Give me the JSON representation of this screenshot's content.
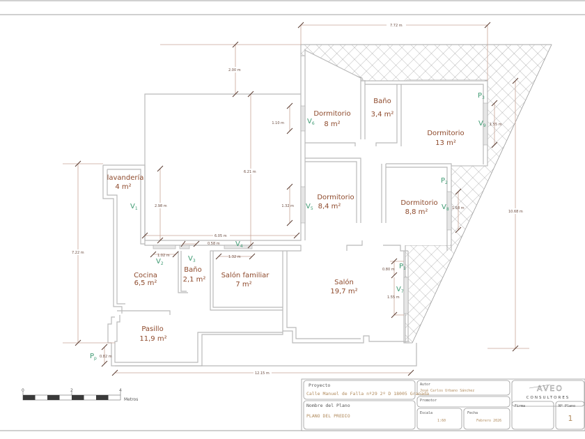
{
  "plan": {
    "rooms": [
      {
        "name": "Dormitorio",
        "area": "8 m²"
      },
      {
        "name": "Baño",
        "area": "3,4 m²"
      },
      {
        "name": "Dormitorio",
        "area": "13 m²"
      },
      {
        "name": "Dormitorio",
        "area": "8,4 m²"
      },
      {
        "name": "Dormitorio",
        "area": "8,8 m²"
      },
      {
        "name": "lavandería",
        "area": "4 m²"
      },
      {
        "name": "Cocina",
        "area": "6,5 m²"
      },
      {
        "name": "Baño",
        "area": "2,1 m²"
      },
      {
        "name": "Salón familiar",
        "area": "7 m²"
      },
      {
        "name": "Salón",
        "area": "19,7 m²"
      },
      {
        "name": "Pasillo",
        "area": "11,9 m²"
      }
    ],
    "openings": [
      {
        "base": "V",
        "sub": "1"
      },
      {
        "base": "V",
        "sub": "2"
      },
      {
        "base": "V",
        "sub": "3"
      },
      {
        "base": "V",
        "sub": "4"
      },
      {
        "base": "V",
        "sub": "5"
      },
      {
        "base": "V",
        "sub": "6"
      },
      {
        "base": "V",
        "sub": "7"
      },
      {
        "base": "V",
        "sub": "8"
      },
      {
        "base": "V",
        "sub": "9"
      },
      {
        "base": "P",
        "sub": "1"
      },
      {
        "base": "P",
        "sub": "2"
      },
      {
        "base": "P",
        "sub": "3"
      },
      {
        "base": "P",
        "sub": "p"
      }
    ],
    "dimensions": {
      "top_width": "7.72 m",
      "upper_offset": "2.00 m",
      "v6_width": "1.10 m",
      "inner_height": "6.21 m",
      "lav_height": "2.98 m",
      "v5_width": "1.32 m",
      "inner_width": "6.05 m",
      "v2_width": "1.02 m",
      "v3_width": "0.58 m",
      "v4_width": "1.32 m",
      "left_height": "7.22 m",
      "v9_width": "1.55 m",
      "v8_width": "1.58 m",
      "right_height": "10.68 m",
      "p1_width": "0.80 m",
      "v7_width": "1.55 m",
      "pp_width": "0.82 m",
      "bottom_width": "12.15 m"
    }
  },
  "scale_bar": {
    "ticks": [
      "0",
      "2",
      "4"
    ],
    "unit": "Metros"
  },
  "title_block": {
    "proyecto_label": "Proyecto",
    "proyecto_value": "Calle Manuel de Falla nº29 2º D 18005 Granada",
    "autor_label": "Autor",
    "autor_value": "José Carlos Urbano Sánchez",
    "promotor_label": "Promotor",
    "promotor_value": "",
    "nombre_label": "Nombre del Plano",
    "nombre_value": "PLANO DEL PREDIO",
    "escala_label": "Escala",
    "escala_value": "1:60",
    "fecha_label": "Fecha",
    "fecha_value": "Febrero 2026",
    "firma_label": "Firma",
    "plano_label": "Nº Plano",
    "plano_value": "1",
    "logo_mark": "AVEO",
    "logo_text": "CONSULTORES"
  },
  "colors": {
    "room_label": "#8e4a2c",
    "opening_label": "#3e9a72",
    "dimension_line": "#c8a596",
    "wall": "#b9b9b9"
  }
}
